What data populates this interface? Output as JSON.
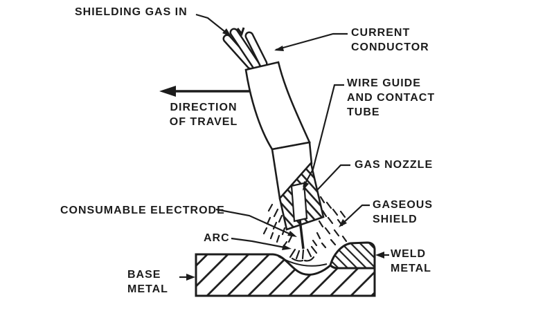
{
  "diagram": {
    "title": "Gas metal arc welding torch diagram",
    "background_color": "#ffffff",
    "ink_color": "#1c1c1c",
    "labels": {
      "shielding_gas_in": "SHIELDING GAS IN",
      "current_conductor": "CURRENT\nCONDUCTOR",
      "direction_of_travel": "DIRECTION\nOF TRAVEL",
      "wire_guide_and_contact_tube": "WIRE GUIDE\nAND CONTACT\nTUBE",
      "gas_nozzle": "GAS NOZZLE",
      "gaseous_shield": "GASEOUS\nSHIELD",
      "consumable_electrode": "CONSUMABLE ELECTRODE",
      "arc": "ARC",
      "base_metal": "BASE\nMETAL",
      "weld_metal": "WELD\nMETAL"
    },
    "icons": {
      "direction_arrow": "left-arrow",
      "leader_arrowheads": "filled-triangle"
    }
  }
}
